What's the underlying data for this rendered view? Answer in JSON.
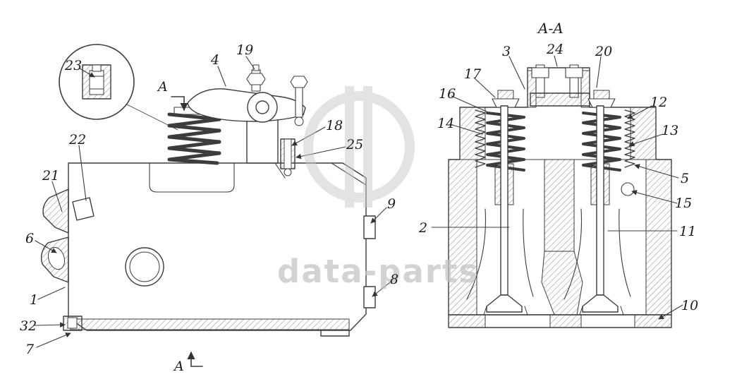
{
  "watermark": {
    "text": "data-parts"
  },
  "section": {
    "view_label": "A-A",
    "cut_mark_top": "A",
    "cut_mark_bottom": "A"
  },
  "callouts": {
    "left_view": [
      {
        "label": "23"
      },
      {
        "label": "4"
      },
      {
        "label": "19"
      },
      {
        "label": "18"
      },
      {
        "label": "25"
      },
      {
        "label": "22"
      },
      {
        "label": "21"
      },
      {
        "label": "6"
      },
      {
        "label": "9"
      },
      {
        "label": "8"
      },
      {
        "label": "1"
      },
      {
        "label": "32"
      },
      {
        "label": "7"
      }
    ],
    "right_view": [
      {
        "label": "3"
      },
      {
        "label": "24"
      },
      {
        "label": "20"
      },
      {
        "label": "17"
      },
      {
        "label": "16"
      },
      {
        "label": "14"
      },
      {
        "label": "12"
      },
      {
        "label": "13"
      },
      {
        "label": "5"
      },
      {
        "label": "15"
      },
      {
        "label": "2"
      },
      {
        "label": "11"
      },
      {
        "label": "10"
      }
    ]
  }
}
